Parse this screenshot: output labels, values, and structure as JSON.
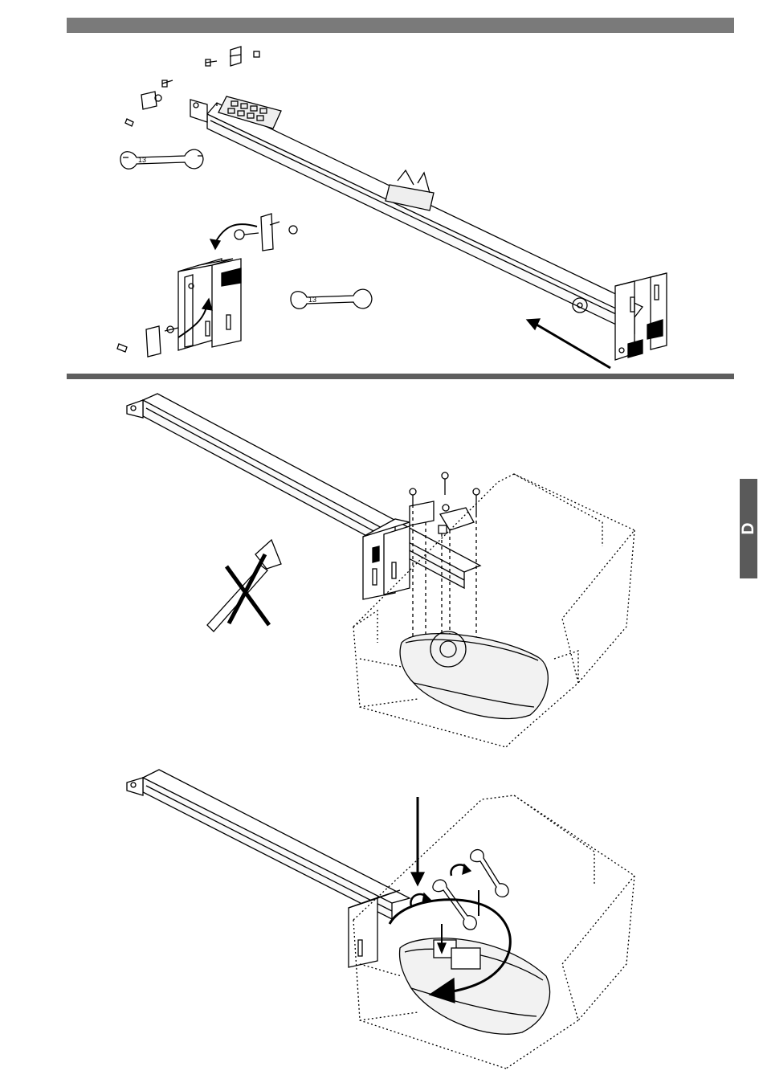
{
  "side_tab": {
    "label": "D",
    "color": "#5a5a5a"
  },
  "wrench_labels": {
    "top_left": "13",
    "top_middle": "13"
  },
  "icons": [
    "wrench-icon",
    "hammer-prohibited-icon",
    "rotation-arrow-icon",
    "push-arrow-icon"
  ],
  "colors": {
    "header_bar": "#7a7a7a",
    "divider": "#5e5e5e",
    "line": "#000000"
  }
}
